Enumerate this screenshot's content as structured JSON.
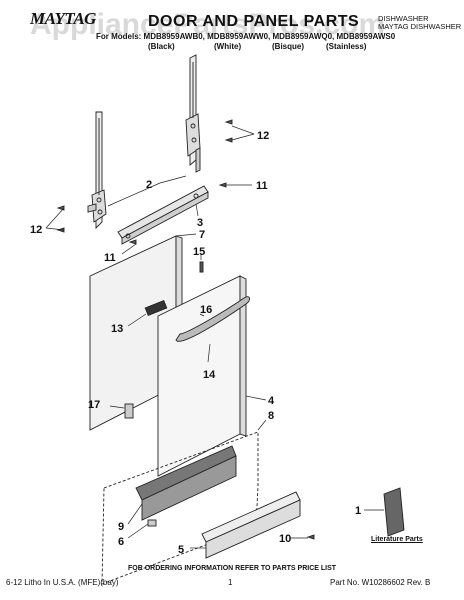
{
  "header": {
    "brand": "MAYTAG",
    "title": "DOOR AND PANEL PARTS",
    "right_line1": "DISHWASHER",
    "right_line2": "MAYTAG DISHWASHER",
    "models": "For Models: MDB8959AWB0, MDB8959AWW0, MDB8959AWQ0, MDB8959AWS0",
    "finishes": [
      "(Black)",
      "(White)",
      "(Bisque)",
      "(Stainless)"
    ]
  },
  "watermark": "AppliancePartsPros.com",
  "callouts": [
    "1",
    "2",
    "3",
    "4",
    "5",
    "6",
    "7",
    "8",
    "9",
    "10",
    "11",
    "11",
    "12",
    "12",
    "13",
    "14",
    "15",
    "16",
    "17"
  ],
  "literature_label": "Literature Parts",
  "footer": {
    "instruction": "FOR ORDERING INFORMATION REFER TO PARTS PRICE LIST",
    "left": "6-12 Litho In U.S.A. (MFE)(bay)",
    "page": "1",
    "part_no": "Part No. W10286602 Rev. B"
  }
}
